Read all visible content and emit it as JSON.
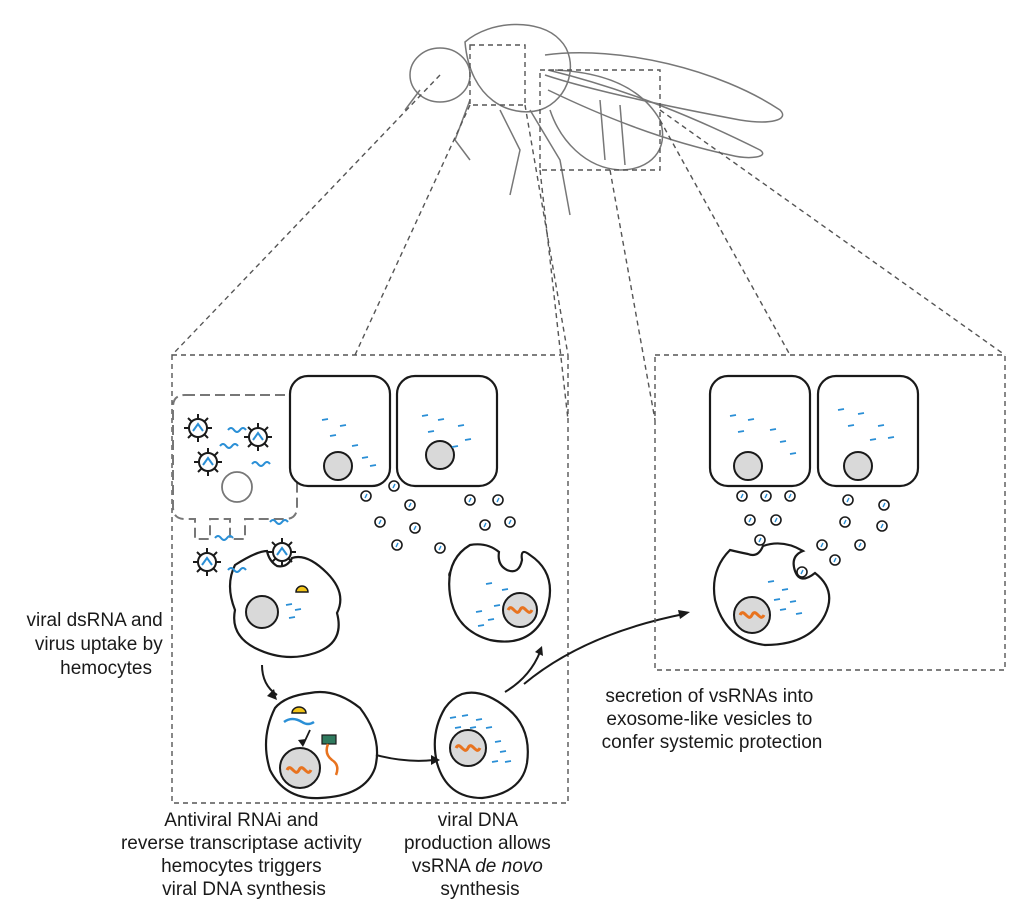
{
  "captions": {
    "uptake": [
      "viral dsRNA and",
      "virus uptake by",
      "hemocytes"
    ],
    "rnai": [
      "Antiviral RNAi and",
      "reverse transcriptase activity",
      "hemocytes triggers",
      "viral DNA synthesis"
    ],
    "dna": [
      "viral DNA",
      "production allows",
      "vsRNA ",
      "synthesis"
    ],
    "dna_italic": "de novo",
    "secretion": [
      "secretion of vsRNAs into",
      "exosome-like vesicles to",
      "confer systemic protection"
    ]
  },
  "colors": {
    "outline": "#1a1a1a",
    "dashed": "#555555",
    "vsrna_blue": "#2a8fd6",
    "viral_dna_orange": "#e8731f",
    "nucleus_gray": "#d9d9d9",
    "virus_cap_yellow": "#f2c51a",
    "rt_green": "#2f7a5e"
  }
}
